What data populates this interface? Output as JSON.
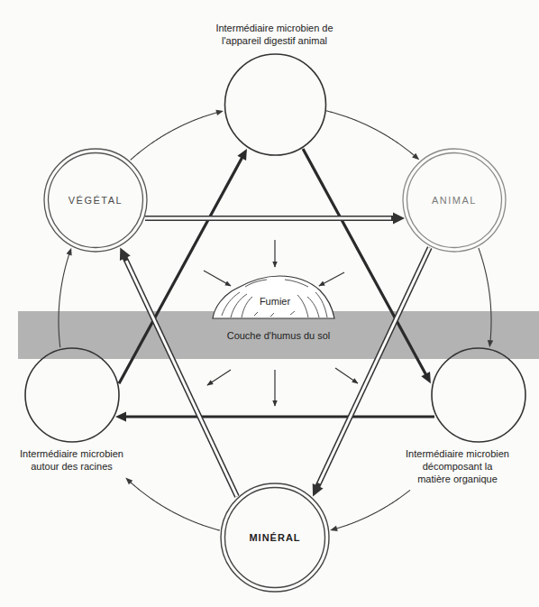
{
  "diagram": {
    "nodes": [
      {
        "text": [
          "Intermédiaire microbien de l'appareil digestif animal"
        ]
      },
      {
        "text": [
          "VÉGÉTAL"
        ]
      },
      {
        "text": [
          "ANIMAL"
        ]
      },
      {
        "text": [
          "Couche d'humus du sol"
        ]
      },
      {
        "text": [
          "Intermédiaire microbien autour des racines"
        ]
      },
      {
        "text": [
          "Intermédiaire microbien décomposant la matière organique"
        ]
      },
      {
        "text": [
          "MINÉRAL"
        ]
      }
    ],
    "edges": [
      {
        "from": 0,
        "to": 2,
        "arrow": "to"
      },
      {
        "from": 2,
        "to": 5,
        "arrow": "to"
      },
      {
        "from": 5,
        "to": 6,
        "arrow": "to"
      },
      {
        "from": 6,
        "to": 4,
        "arrow": "to"
      },
      {
        "from": 4,
        "to": 1,
        "arrow": "to"
      },
      {
        "from": 1,
        "to": 0,
        "arrow": "to"
      },
      {
        "from": 0,
        "to": 5,
        "arrow": "to"
      },
      {
        "from": 5,
        "to": 4,
        "arrow": "to"
      },
      {
        "from": 4,
        "to": 0,
        "arrow": "to"
      },
      {
        "from": 1,
        "to": 2,
        "arrow": "to"
      },
      {
        "from": 2,
        "to": 6,
        "arrow": "to"
      },
      {
        "from": 6,
        "to": 1,
        "arrow": "to"
      }
    ],
    "labels": [
      "Fumier"
    ]
  }
}
